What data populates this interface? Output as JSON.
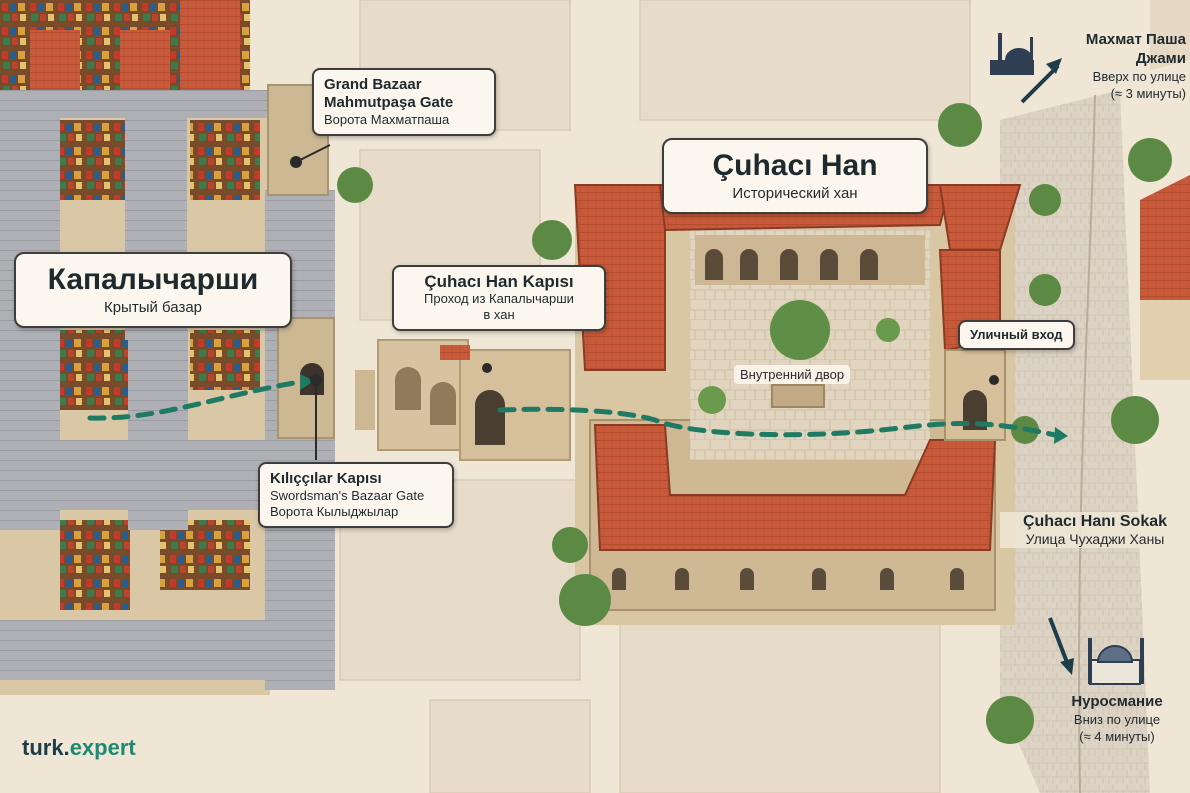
{
  "map": {
    "callouts": {
      "kapalicarsi": {
        "title": "Капалычарши",
        "subtitle": "Крытый базар"
      },
      "cuhaci_han": {
        "title": "Çuhacı Han",
        "subtitle": "Исторический хан"
      },
      "mahmutpasa_gate": {
        "line1": "Grand Bazaar",
        "line2": "Mahmutpaşa Gate",
        "line3": "Ворота Махматпаша"
      },
      "han_gate": {
        "title": "Çuhacı Han Kapısı",
        "line2": "Проход из Капалычарши",
        "line3": "в хан"
      },
      "kilicilar_gate": {
        "title": "Kılıççılar Kapısı",
        "line2": "Swordsman's Bazaar Gate",
        "line3": "Ворота Кылыджылар"
      },
      "street_entrance": {
        "title": "Уличный вход"
      },
      "courtyard": {
        "title": "Внутренний двор"
      },
      "street": {
        "title": "Çuhacı Hanı Sokak",
        "subtitle": "Улица Чухаджи Ханы"
      },
      "mosque_top": {
        "title": "Махмат Паша Джами",
        "line2": "Вверх по улице",
        "line3": "(≈ 3 минуты)"
      },
      "mosque_bottom": {
        "title": "Нуросмание",
        "line2": "Вниз по улице",
        "line3": "(≈ 4 минуты)"
      }
    },
    "brand": {
      "part1": "turk.",
      "part2": "expert"
    },
    "icons": [
      "mosque-icon",
      "arrow-icon",
      "route-arrow",
      "tree-icon"
    ],
    "colors": {
      "route": "#1e7a63",
      "roof_red": "#c8593a",
      "bazaar_roof": "#a9abb0",
      "stone": "#d8c3a0",
      "ground": "#efe6d6",
      "brand_dark": "#1e3d4a",
      "brand_teal": "#1e8a72"
    }
  }
}
